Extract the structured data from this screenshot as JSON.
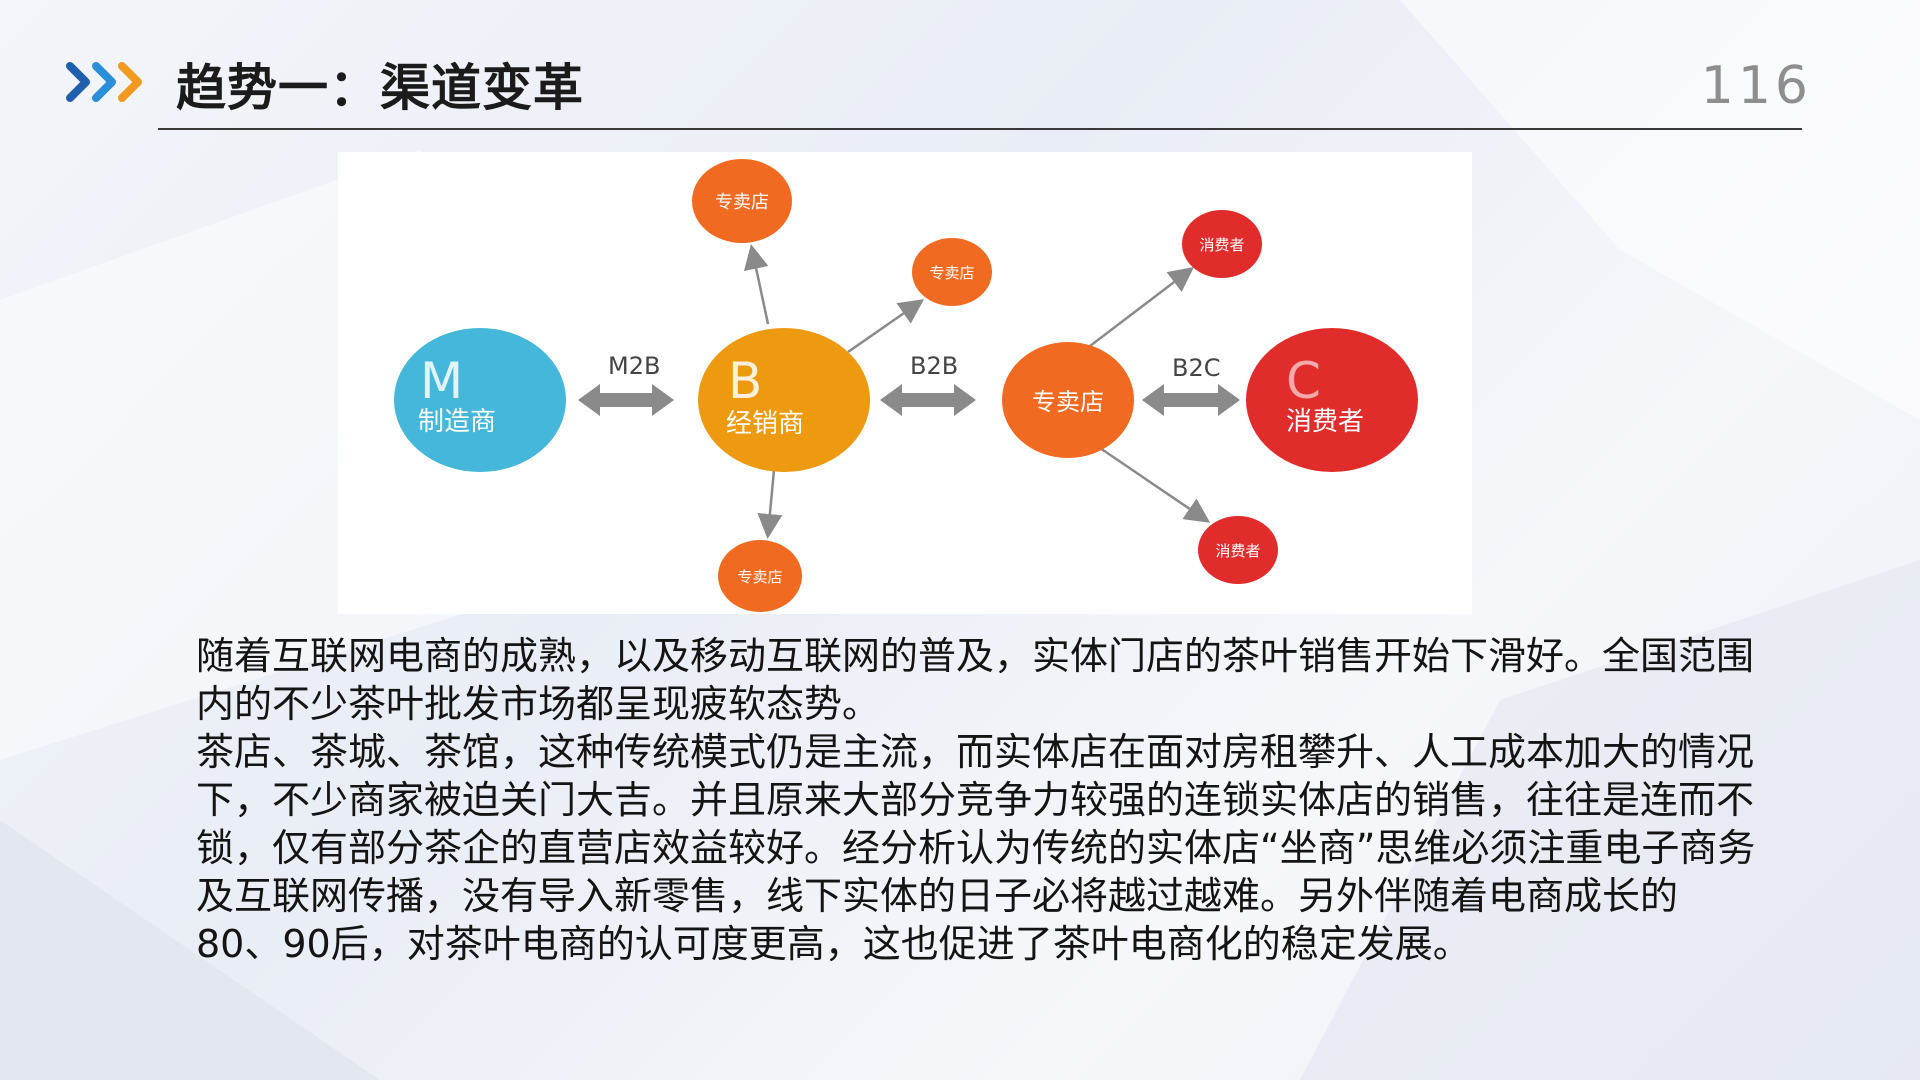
{
  "header": {
    "title": "趋势一：渠道变革",
    "page_number": "116",
    "chevron_colors": [
      "#1f5fae",
      "#2a8ed8",
      "#f29a1d"
    ]
  },
  "diagram": {
    "nodes": {
      "manufacturer": {
        "letter": "M",
        "label": "制造商",
        "color": "#45b7da"
      },
      "distributor": {
        "letter": "B",
        "label": "经销商",
        "color": "#ee9a10"
      },
      "store_center": {
        "label": "专卖店",
        "color": "#f06a21"
      },
      "consumer": {
        "letter": "C",
        "label": "消费者",
        "color": "#e12c2c"
      },
      "store_top": {
        "label": "专卖店",
        "color": "#f06a21"
      },
      "store_upper_right": {
        "label": "专卖店",
        "color": "#f06a21"
      },
      "store_bottom": {
        "label": "专卖店",
        "color": "#f06a21"
      },
      "consumer_top": {
        "label": "消费者",
        "color": "#e12c2c"
      },
      "consumer_bottom": {
        "label": "消费者",
        "color": "#e12c2c"
      }
    },
    "edges": {
      "m2b": "M2B",
      "b2b": "B2B",
      "b2c": "B2C"
    },
    "arrow_color": "#8a8a8a"
  },
  "body": {
    "paragraphs": [
      "随着互联网电商的成熟，以及移动互联网的普及，实体门店的茶叶销售开始下滑好。全国范围内的不少茶叶批发市场都呈现疲软态势。",
      "茶店、茶城、茶馆，这种传统模式仍是主流，而实体店在面对房租攀升、人工成本加大的情况下，不少商家被迫关门大吉。并且原来大部分竞争力较强的连锁实体店的销售，往往是连而不锁，仅有部分茶企的直营店效益较好。经分析认为传统的实体店“坐商”思维必须注重电子商务及互联网传播，没有导入新零售，线下实体的日子必将越过越难。另外伴随着电商成长的80、90后，对茶叶电商的认可度更高，这也促进了茶叶电商化的稳定发展。"
    ]
  }
}
